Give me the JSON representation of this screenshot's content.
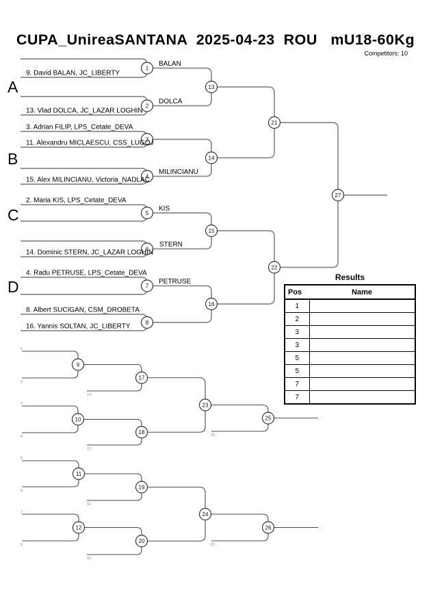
{
  "header": {
    "title": "CUPA_UnireaSANTANA  2025-04-23  ROU   mU18-60Kg",
    "competitors_label": "Competitors: 10"
  },
  "groups": [
    "A",
    "B",
    "C",
    "D"
  ],
  "players": [
    "9. David BALAN, JC_LIBERTY",
    "13. Vlad DOLCA, JC_LAZAR LOGHIN",
    "3. Adrian FILIP, LPS_Cetate_DEVA",
    "11. Alexandru MICLAESCU, CSS_LUGOJ",
    "15. Alex MILINCIANU, Victoria_NADLAC",
    "2. Maria KIS, LPS_Cetate_DEVA",
    "14. Dominic STERN, JC_LAZAR LOGHIN",
    "4. Radu PETRUSE, LPS_Cetate_DEVA",
    "8. Albert SUCIGAN, CSM_DROBETA",
    "16. Yannis SOLTAN, JC_LIBERTY"
  ],
  "winners": [
    "BALAN",
    "DOLCA",
    "MILINCIANU",
    "KIS",
    "STERN",
    "PETRUSE"
  ],
  "circles": {
    "c1": "1",
    "c2": "2",
    "c3": "3",
    "c4": "4",
    "c5": "5",
    "c6": "6",
    "c7": "7",
    "c8": "8",
    "c9": "9",
    "c10": "10",
    "c11": "11",
    "c12": "12",
    "c13": "13",
    "c14": "14",
    "c15": "15",
    "c16": "16",
    "c17": "17",
    "c18": "18",
    "c19": "19",
    "c20": "20",
    "c21": "21",
    "c22": "22",
    "c23": "23",
    "c24": "24",
    "c25": "25",
    "c26": "26",
    "c27": "27"
  },
  "repechage": {
    "slots": {
      "s1": "1",
      "s2": "2",
      "s3": "3",
      "s4": "4",
      "s5": "5",
      "s6": "6",
      "s7": "7",
      "s8": "8"
    },
    "feeds": {
      "f14": "14",
      "f13": "13",
      "f22": "22",
      "f16": "16",
      "f15": "15",
      "f21": "21"
    }
  },
  "results": {
    "title": "Results",
    "pos_header": "Pos",
    "name_header": "Name",
    "rows": [
      {
        "pos": "1",
        "name": ""
      },
      {
        "pos": "2",
        "name": ""
      },
      {
        "pos": "3",
        "name": ""
      },
      {
        "pos": "3",
        "name": ""
      },
      {
        "pos": "5",
        "name": ""
      },
      {
        "pos": "5",
        "name": ""
      },
      {
        "pos": "7",
        "name": ""
      },
      {
        "pos": "7",
        "name": ""
      }
    ]
  }
}
